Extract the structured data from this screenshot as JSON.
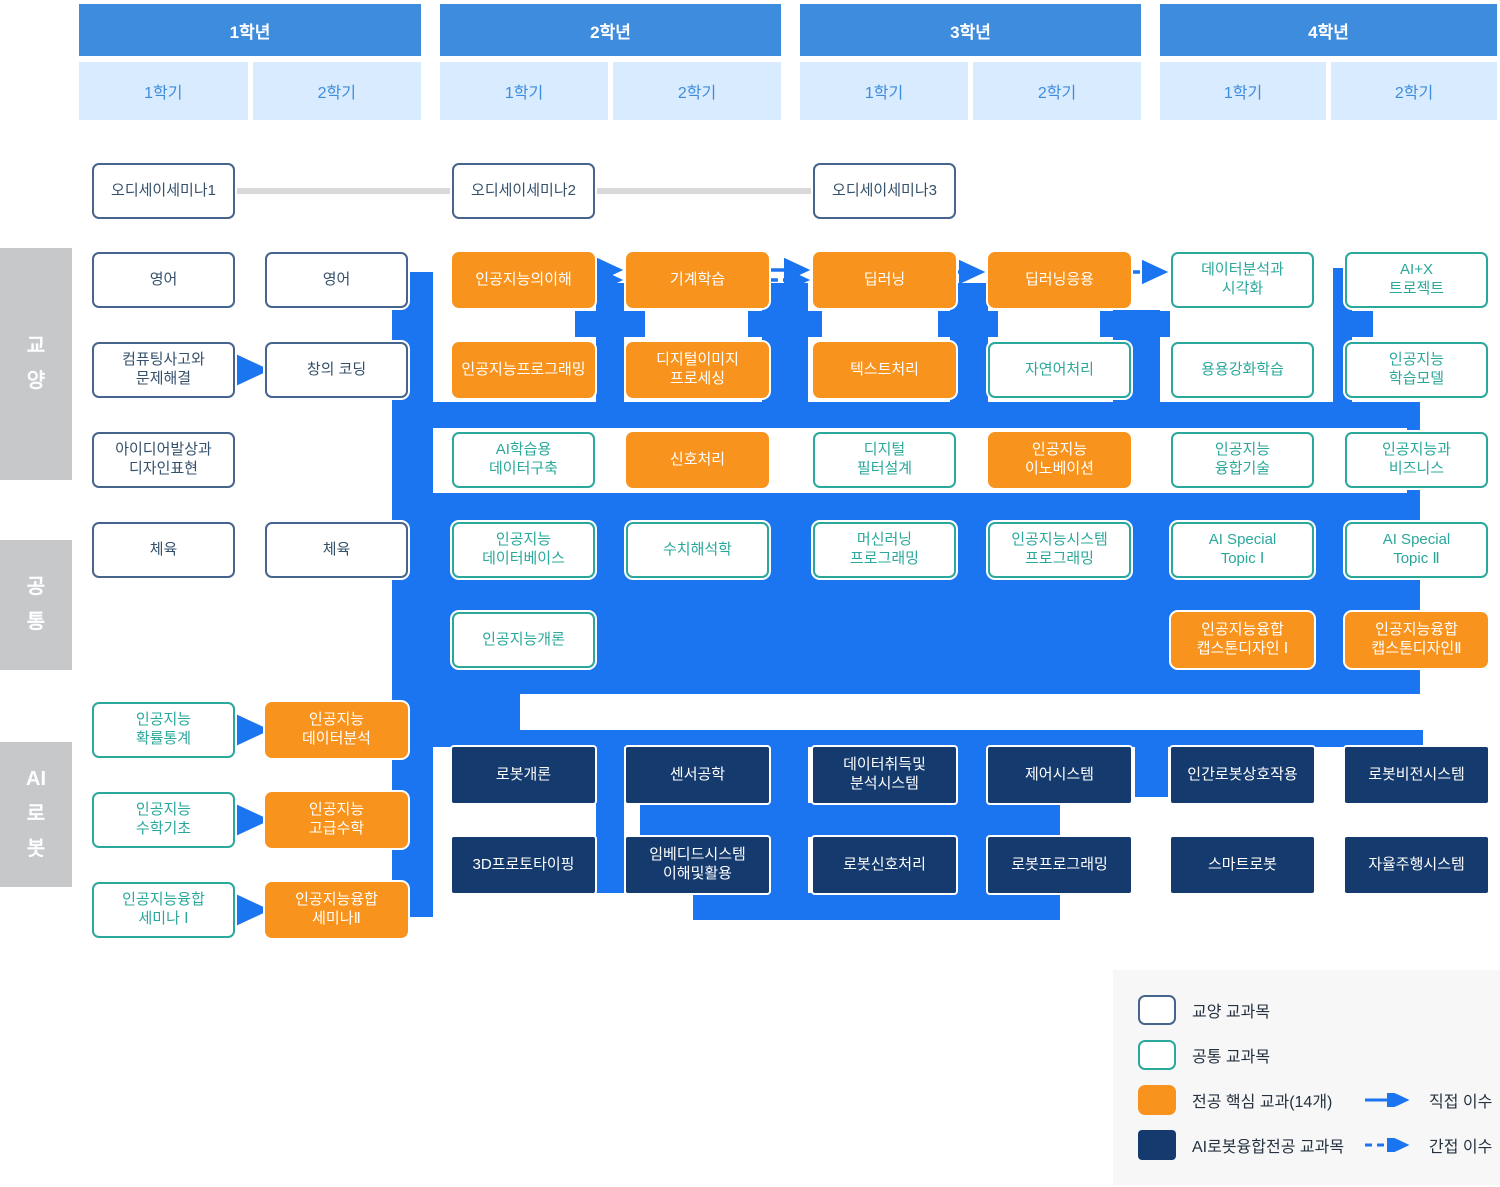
{
  "header": {
    "years": [
      {
        "label": "1학년",
        "semesters": [
          "1학기",
          "2학기"
        ]
      },
      {
        "label": "2학년",
        "semesters": [
          "1학기",
          "2학기"
        ]
      },
      {
        "label": "3학년",
        "semesters": [
          "1학기",
          "2학기"
        ]
      },
      {
        "label": "4학년",
        "semesters": [
          "1학기",
          "2학기"
        ]
      }
    ]
  },
  "category_labels": [
    {
      "label": "교\n양"
    },
    {
      "label": "공\n통"
    },
    {
      "label": "AI\n로\n봇"
    }
  ],
  "courses": [
    {
      "label": "오디세이세미나1",
      "type": "liberal",
      "col": 1,
      "row": "O"
    },
    {
      "label": "오디세이세미나2",
      "type": "liberal",
      "col": 3,
      "row": "O"
    },
    {
      "label": "오디세이세미나3",
      "type": "liberal",
      "col": 5,
      "row": "O"
    },
    {
      "label": "영어",
      "type": "liberal",
      "col": 1,
      "row": "A"
    },
    {
      "label": "영어",
      "type": "liberal",
      "col": 2,
      "row": "A"
    },
    {
      "label": "인공지능의이해",
      "type": "core",
      "col": 3,
      "row": "A"
    },
    {
      "label": "기계학습",
      "type": "core",
      "col": 4,
      "row": "A"
    },
    {
      "label": "딥러닝",
      "type": "core",
      "col": 5,
      "row": "A"
    },
    {
      "label": "딥러닝응용",
      "type": "core",
      "col": 6,
      "row": "A"
    },
    {
      "label": "데이터분석과\n시각화",
      "type": "common",
      "col": 7,
      "row": "A"
    },
    {
      "label": "AI+X\n트로젝트",
      "type": "common",
      "col": 8,
      "row": "A"
    },
    {
      "label": "컴퓨팅사고와\n문제해결",
      "type": "liberal",
      "col": 1,
      "row": "B"
    },
    {
      "label": "창의 코딩",
      "type": "liberal",
      "col": 2,
      "row": "B"
    },
    {
      "label": "인공지능프로그래밍",
      "type": "core",
      "col": 3,
      "row": "B"
    },
    {
      "label": "디지털이미지\n프로세싱",
      "type": "core",
      "col": 4,
      "row": "B"
    },
    {
      "label": "텍스트처리",
      "type": "core",
      "col": 5,
      "row": "B"
    },
    {
      "label": "자연어처리",
      "type": "common",
      "col": 6,
      "row": "B"
    },
    {
      "label": "용용강화학습",
      "type": "common",
      "col": 7,
      "row": "B"
    },
    {
      "label": "인공지능\n학습모델",
      "type": "common",
      "col": 8,
      "row": "B"
    },
    {
      "label": "아이디어발상과\n디자인표현",
      "type": "liberal",
      "col": 1,
      "row": "C"
    },
    {
      "label": "AI학습용\n데이터구축",
      "type": "common",
      "col": 3,
      "row": "C"
    },
    {
      "label": "신호처리",
      "type": "core",
      "col": 4,
      "row": "C"
    },
    {
      "label": "디지털\n필터설계",
      "type": "common",
      "col": 5,
      "row": "C"
    },
    {
      "label": "인공지능\n이노베이션",
      "type": "core",
      "col": 6,
      "row": "C"
    },
    {
      "label": "인공지능\n융합기술",
      "type": "common",
      "col": 7,
      "row": "C"
    },
    {
      "label": "인공지능과\n비즈니스",
      "type": "common",
      "col": 8,
      "row": "C"
    },
    {
      "label": "체육",
      "type": "liberal",
      "col": 1,
      "row": "D"
    },
    {
      "label": "체육",
      "type": "liberal",
      "col": 2,
      "row": "D"
    },
    {
      "label": "인공지능\n데이터베이스",
      "type": "common",
      "col": 3,
      "row": "D"
    },
    {
      "label": "수치해석학",
      "type": "common",
      "col": 4,
      "row": "D"
    },
    {
      "label": "머신러닝\n프로그래밍",
      "type": "common",
      "col": 5,
      "row": "D"
    },
    {
      "label": "인공지능시스템\n프로그래밍",
      "type": "common",
      "col": 6,
      "row": "D"
    },
    {
      "label": "AI Special\nTopic Ⅰ",
      "type": "common",
      "col": 7,
      "row": "D"
    },
    {
      "label": "AI Special\nTopic Ⅱ",
      "type": "common",
      "col": 8,
      "row": "D"
    },
    {
      "label": "인공지능개론",
      "type": "common",
      "col": 3,
      "row": "E"
    },
    {
      "label": "인공지능융합\n캡스톤디자인 Ⅰ",
      "type": "core",
      "col": 7,
      "row": "E"
    },
    {
      "label": "인공지능융합\n캡스톤디자인Ⅱ",
      "type": "core",
      "col": 8,
      "row": "E"
    },
    {
      "label": "인공지능\n확률통계",
      "type": "common",
      "col": 1,
      "row": "F"
    },
    {
      "label": "인공지능\n데이터분석",
      "type": "core",
      "col": 2,
      "row": "F"
    },
    {
      "label": "인공지능\n수학기초",
      "type": "common",
      "col": 1,
      "row": "G"
    },
    {
      "label": "인공지능\n고급수학",
      "type": "core",
      "col": 2,
      "row": "G"
    },
    {
      "label": "인공지능융합\n세미나 Ⅰ",
      "type": "common",
      "col": 1,
      "row": "H"
    },
    {
      "label": "인공지능융합\n세미나Ⅱ",
      "type": "core",
      "col": 2,
      "row": "H"
    },
    {
      "label": "로봇개론",
      "type": "robot",
      "col": 3,
      "row": "R1"
    },
    {
      "label": "센서공학",
      "type": "robot",
      "col": 4,
      "row": "R1"
    },
    {
      "label": "데이터취득및\n분석시스템",
      "type": "robot",
      "col": 5,
      "row": "R1"
    },
    {
      "label": "제어시스템",
      "type": "robot",
      "col": 6,
      "row": "R1"
    },
    {
      "label": "인간로봇상호작용",
      "type": "robot",
      "col": 7,
      "row": "R1"
    },
    {
      "label": "로봇비전시스템",
      "type": "robot",
      "col": 8,
      "row": "R1"
    },
    {
      "label": "3D프로토타이핑",
      "type": "robot",
      "col": 3,
      "row": "R2"
    },
    {
      "label": "임베디드시스템\n이해및활용",
      "type": "robot",
      "col": 4,
      "row": "R2"
    },
    {
      "label": "로봇신호처리",
      "type": "robot",
      "col": 5,
      "row": "R2"
    },
    {
      "label": "로봇프로그래밍",
      "type": "robot",
      "col": 6,
      "row": "R2"
    },
    {
      "label": "스마트로봇",
      "type": "robot",
      "col": 7,
      "row": "R2"
    },
    {
      "label": "자율주행시스템",
      "type": "robot",
      "col": 8,
      "row": "R2"
    }
  ],
  "legend": {
    "items": [
      {
        "label": "교양 교과목",
        "type": "liberal"
      },
      {
        "label": "공통 교과목",
        "type": "common"
      },
      {
        "label": "전공 핵심 교과(14개)",
        "type": "core"
      },
      {
        "label": "AI로봇융합전공 교과목",
        "type": "robot"
      }
    ],
    "arrows": [
      {
        "label": "직접 이수",
        "style": "solid"
      },
      {
        "label": "간접 이수",
        "style": "dashed"
      }
    ]
  },
  "colors": {
    "connector_blue": "#1b75f0",
    "year_blue": "#3e8cde",
    "semester_bg": "#d9ebfe",
    "core_orange": "#f8941e",
    "robot_navy": "#153a6e",
    "common_teal": "#2aa89b",
    "liberal_border": "#46648c",
    "category_gray": "#c6c8ca",
    "odyssey_line": "#d9d9d9"
  }
}
